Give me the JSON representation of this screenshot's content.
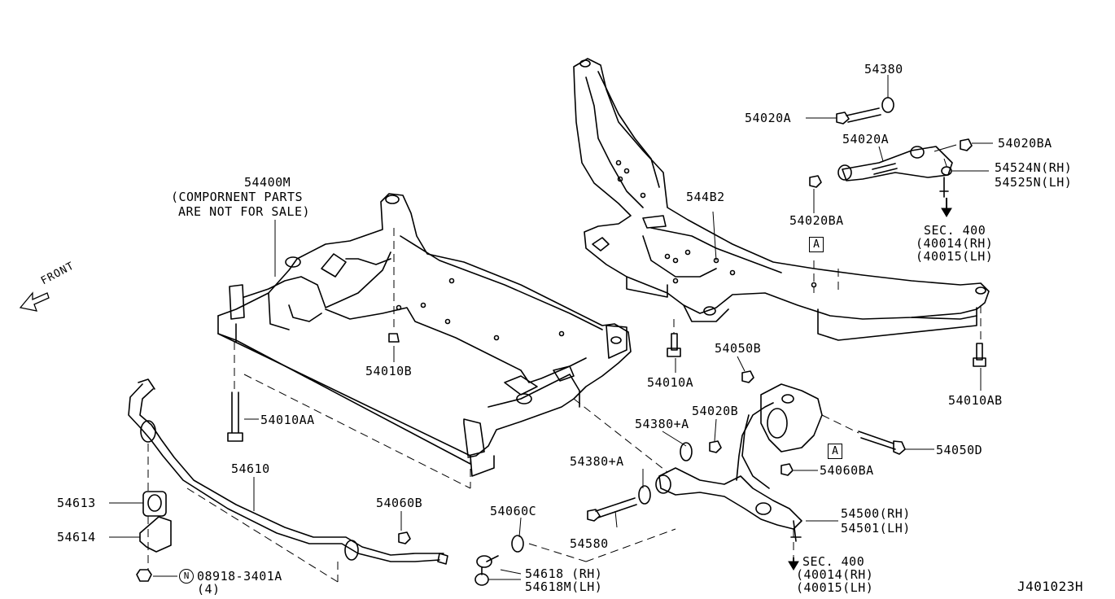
{
  "diagram_id": "J401023H",
  "front_label": "FRONT",
  "section_ref_marker": "A",
  "n_symbol": "N",
  "labels": {
    "p54400M": "54400M",
    "p54400M_note1": "(COMPORNENT PARTS",
    "p54400M_note2": "ARE NOT FOR SALE)",
    "p54010B": "54010B",
    "p54010AA": "54010AA",
    "p54610": "54610",
    "p54613": "54613",
    "p54614": "54614",
    "p08918": "08918-3401A",
    "p08918_qty": "(4)",
    "p54060B": "54060B",
    "p54060C": "54060C",
    "p54618": "54618 (RH)",
    "p54618M": "54618M(LH)",
    "p54380A_1": "54380+A",
    "p54380A_2": "54380+A",
    "p54580": "54580",
    "p54020B": "54020B",
    "p54010A": "54010A",
    "p54050B": "54050B",
    "p54050D": "54050D",
    "p54060BA": "54060BA",
    "p54500": "54500(RH)",
    "p54501": "54501(LH)",
    "sec400_lower": "SEC. 400",
    "sec400_lower_rh": "(40014(RH)",
    "sec400_lower_lh": "(40015(LH)",
    "p544B2": "544B2",
    "p54010AB": "54010AB",
    "p54380": "54380",
    "p54020A_1": "54020A",
    "p54020A_2": "54020A",
    "p54020BA_1": "54020BA",
    "p54020BA_2": "54020BA",
    "p54524N": "54524N(RH)",
    "p54525N": "54525N(LH)",
    "sec400_upper": "SEC. 400",
    "sec400_upper_rh": "(40014(RH)",
    "sec400_upper_lh": "(40015(LH)"
  }
}
